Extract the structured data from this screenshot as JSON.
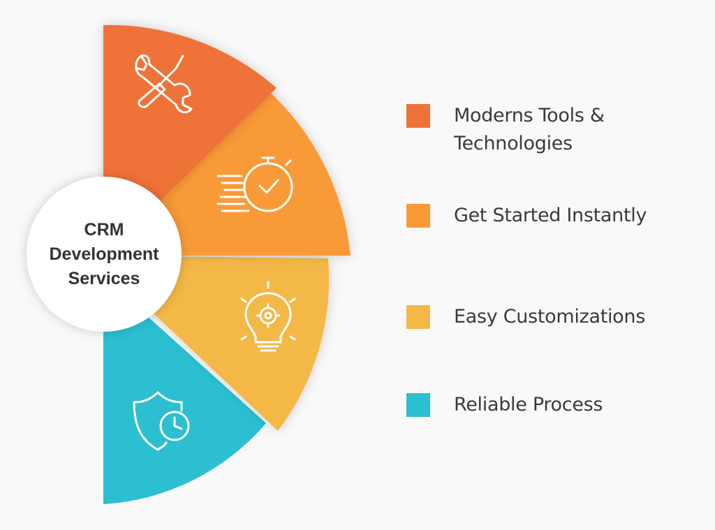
{
  "center": {
    "lines": [
      "CRM",
      "Development",
      "Services"
    ]
  },
  "segments": [
    {
      "label": "Moderns Tools & Technologies",
      "label_lines": [
        "Moderns Tools &",
        "Technologies"
      ],
      "color": "#ef7238",
      "icon": "wrench-screwdriver-icon"
    },
    {
      "label": "Get Started Instantly",
      "label_lines": [
        "Get Started Instantly"
      ],
      "color": "#f99a38",
      "icon": "stopwatch-icon"
    },
    {
      "label": "Easy Customizations",
      "label_lines": [
        "Easy Customizations"
      ],
      "color": "#f4b847",
      "icon": "lightbulb-gear-icon"
    },
    {
      "label": "Reliable Process",
      "label_lines": [
        "Reliable Process"
      ],
      "color": "#2bbfd1",
      "icon": "shield-clock-icon"
    }
  ]
}
